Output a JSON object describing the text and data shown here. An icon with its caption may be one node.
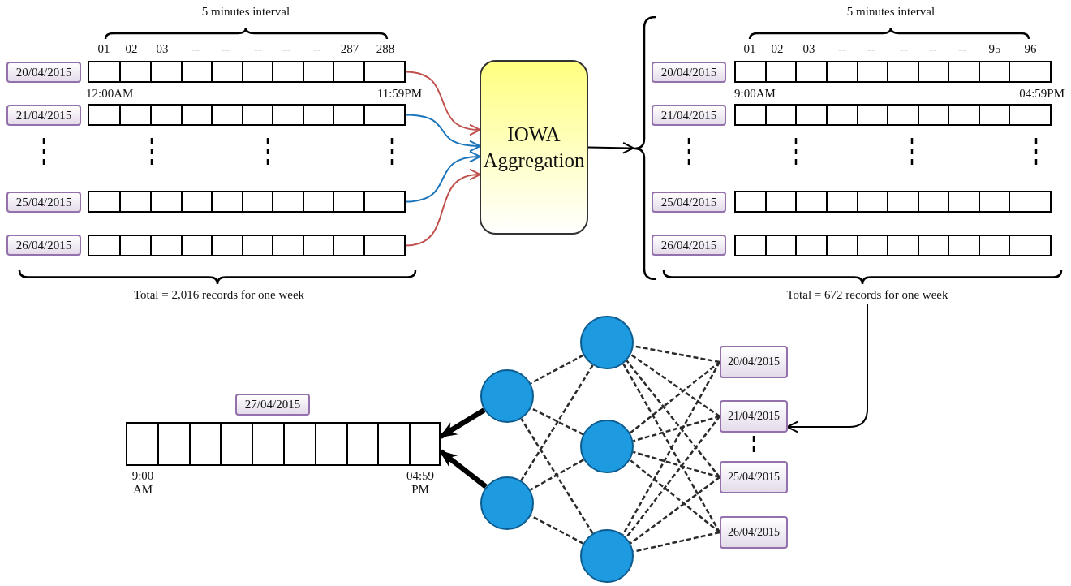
{
  "diagram": {
    "nodes": [
      {
        "text": [
          "20/04/2015"
        ]
      },
      {
        "text": [],
        "shape": "bar"
      },
      {
        "text": [
          "21/04/2015"
        ]
      },
      {
        "text": [],
        "shape": "bar"
      },
      {
        "text": [
          "25/04/2015"
        ]
      },
      {
        "text": [],
        "shape": "bar"
      },
      {
        "text": [
          "26/04/2015"
        ]
      },
      {
        "text": [],
        "shape": "bar"
      },
      {
        "text": [
          "IOWA Aggregation"
        ]
      },
      {
        "text": [],
        "shape": "bracket"
      },
      {
        "text": [
          "20/04/2015"
        ]
      },
      {
        "text": [],
        "shape": "bar"
      },
      {
        "text": [
          "21/04/2015"
        ]
      },
      {
        "text": [],
        "shape": "bar"
      },
      {
        "text": [
          "25/04/2015"
        ]
      },
      {
        "text": [],
        "shape": "bar"
      },
      {
        "text": [
          "26/04/2015"
        ]
      },
      {
        "text": [],
        "shape": "bar"
      },
      {
        "text": [
          "Total = 672 records for one week"
        ]
      },
      {
        "text": [
          "20/04/2015"
        ]
      },
      {
        "text": [
          "21/04/2015"
        ]
      },
      {
        "text": [
          "25/04/2015"
        ]
      },
      {
        "text": [
          "26/04/2015"
        ]
      },
      {
        "text": [],
        "shape": "circle"
      },
      {
        "text": [],
        "shape": "circle"
      },
      {
        "text": [],
        "shape": "circle"
      },
      {
        "text": [],
        "shape": "circle"
      },
      {
        "text": [],
        "shape": "circle"
      },
      {
        "text": [
          "27/04/2015"
        ]
      },
      {
        "text": [],
        "shape": "bar"
      }
    ],
    "edges": [
      {
        "from": 1,
        "to": 8,
        "arrow": "to",
        "color": "#c0504d"
      },
      {
        "from": 3,
        "to": 8,
        "arrow": "to",
        "color": "#1b75bb"
      },
      {
        "from": 5,
        "to": 8,
        "arrow": "to",
        "color": "#1b75bb"
      },
      {
        "from": 7,
        "to": 8,
        "arrow": "to",
        "color": "#c0504d"
      },
      {
        "from": 8,
        "to": 9,
        "arrow": "to"
      },
      {
        "from": 18,
        "to": 20,
        "arrow": "to"
      },
      {
        "from": 19,
        "to": 23,
        "arrow": "none",
        "style": "dashed"
      },
      {
        "from": 19,
        "to": 24,
        "arrow": "none",
        "style": "dashed"
      },
      {
        "from": 19,
        "to": 25,
        "arrow": "none",
        "style": "dashed"
      },
      {
        "from": 20,
        "to": 23,
        "arrow": "none",
        "style": "dashed"
      },
      {
        "from": 20,
        "to": 24,
        "arrow": "none",
        "style": "dashed"
      },
      {
        "from": 20,
        "to": 25,
        "arrow": "none",
        "style": "dashed"
      },
      {
        "from": 21,
        "to": 23,
        "arrow": "none",
        "style": "dashed"
      },
      {
        "from": 21,
        "to": 24,
        "arrow": "none",
        "style": "dashed"
      },
      {
        "from": 21,
        "to": 25,
        "arrow": "none",
        "style": "dashed"
      },
      {
        "from": 22,
        "to": 23,
        "arrow": "none",
        "style": "dashed"
      },
      {
        "from": 22,
        "to": 24,
        "arrow": "none",
        "style": "dashed"
      },
      {
        "from": 22,
        "to": 25,
        "arrow": "none",
        "style": "dashed"
      },
      {
        "from": 23,
        "to": 26,
        "arrow": "none",
        "style": "dashed"
      },
      {
        "from": 23,
        "to": 27,
        "arrow": "none",
        "style": "dashed"
      },
      {
        "from": 24,
        "to": 26,
        "arrow": "none",
        "style": "dashed"
      },
      {
        "from": 24,
        "to": 27,
        "arrow": "none",
        "style": "dashed"
      },
      {
        "from": 25,
        "to": 26,
        "arrow": "none",
        "style": "dashed"
      },
      {
        "from": 25,
        "to": 27,
        "arrow": "none",
        "style": "dashed"
      },
      {
        "from": 26,
        "to": 29,
        "arrow": "to",
        "style": "thick"
      },
      {
        "from": 27,
        "to": 29,
        "arrow": "to",
        "style": "thick"
      }
    ],
    "labels": [
      "5 minutes interval",
      "01",
      "02",
      "03",
      "--",
      "--",
      "--",
      "--",
      "--",
      "287",
      "288",
      "12:00AM",
      "11:59PM",
      "Total = 2,016 records for one week",
      "5 minutes interval",
      "01",
      "02",
      "03",
      "--",
      "--",
      "--",
      "--",
      "--",
      "95",
      "96",
      "9:00AM",
      "04:59PM",
      "9:00 AM",
      "04:59 PM"
    ]
  }
}
